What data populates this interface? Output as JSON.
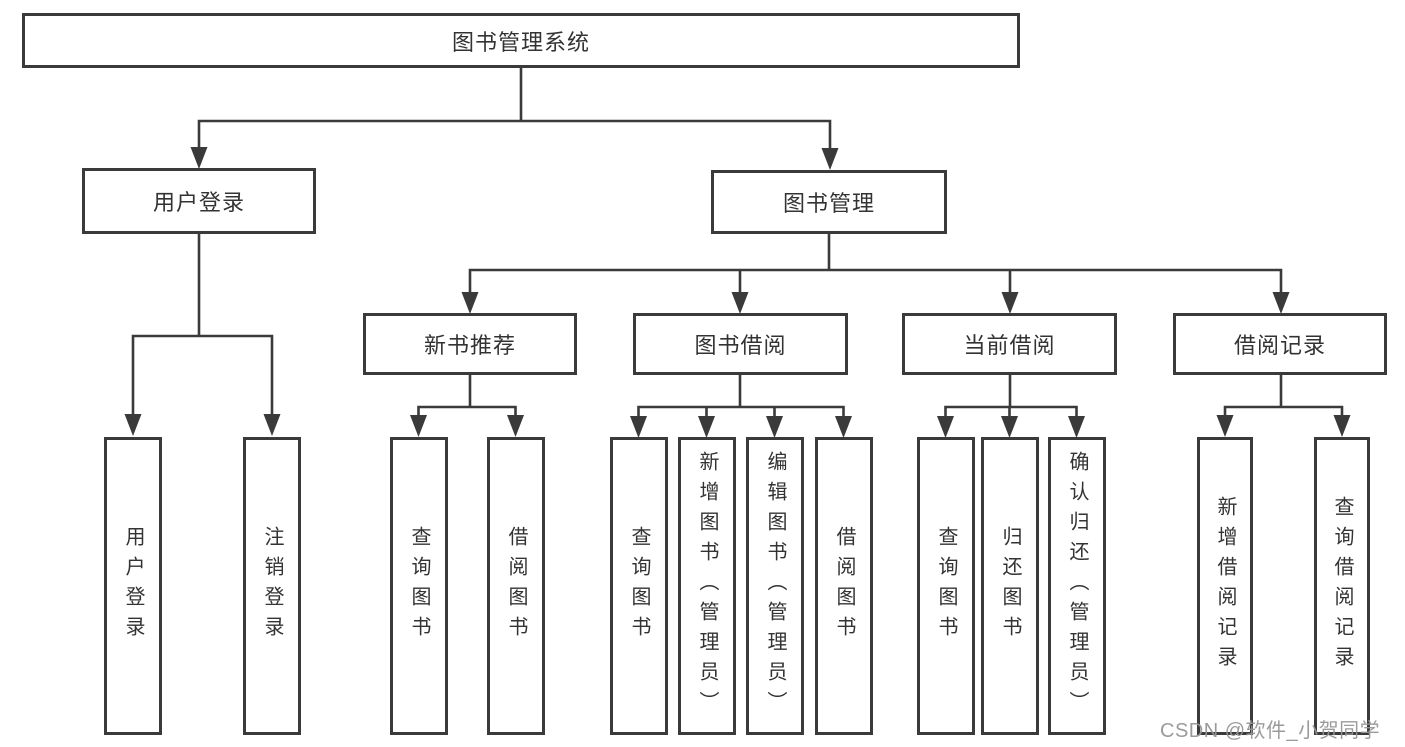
{
  "tree": {
    "root": {
      "label": "图书管理系统"
    },
    "branches": [
      {
        "label": "用户登录",
        "children": [
          {
            "label": "用户登录"
          },
          {
            "label": "注销登录"
          }
        ]
      },
      {
        "label": "图书管理",
        "children": [
          {
            "label": "新书推荐",
            "children": [
              {
                "label": "查询图书"
              },
              {
                "label": "借阅图书"
              }
            ]
          },
          {
            "label": "图书借阅",
            "children": [
              {
                "label": "查询图书"
              },
              {
                "label": "新增图书（管理员）"
              },
              {
                "label": "编辑图书（管理员）"
              },
              {
                "label": "借阅图书"
              }
            ]
          },
          {
            "label": "当前借阅",
            "children": [
              {
                "label": "查询图书"
              },
              {
                "label": "归还图书"
              },
              {
                "label": "确认归还（管理员）"
              }
            ]
          },
          {
            "label": "借阅记录",
            "children": [
              {
                "label": "新增借阅记录"
              },
              {
                "label": "查询借阅记录"
              }
            ]
          }
        ]
      }
    ]
  },
  "watermark": {
    "text": "CSDN @软件_小贺同学"
  },
  "colors": {
    "line": "#3a3a3a",
    "box_border": "#3a3a3a",
    "box_background": "#ffffff",
    "text": "#333333",
    "watermark": "#969698",
    "page_background": "#ffffff"
  }
}
